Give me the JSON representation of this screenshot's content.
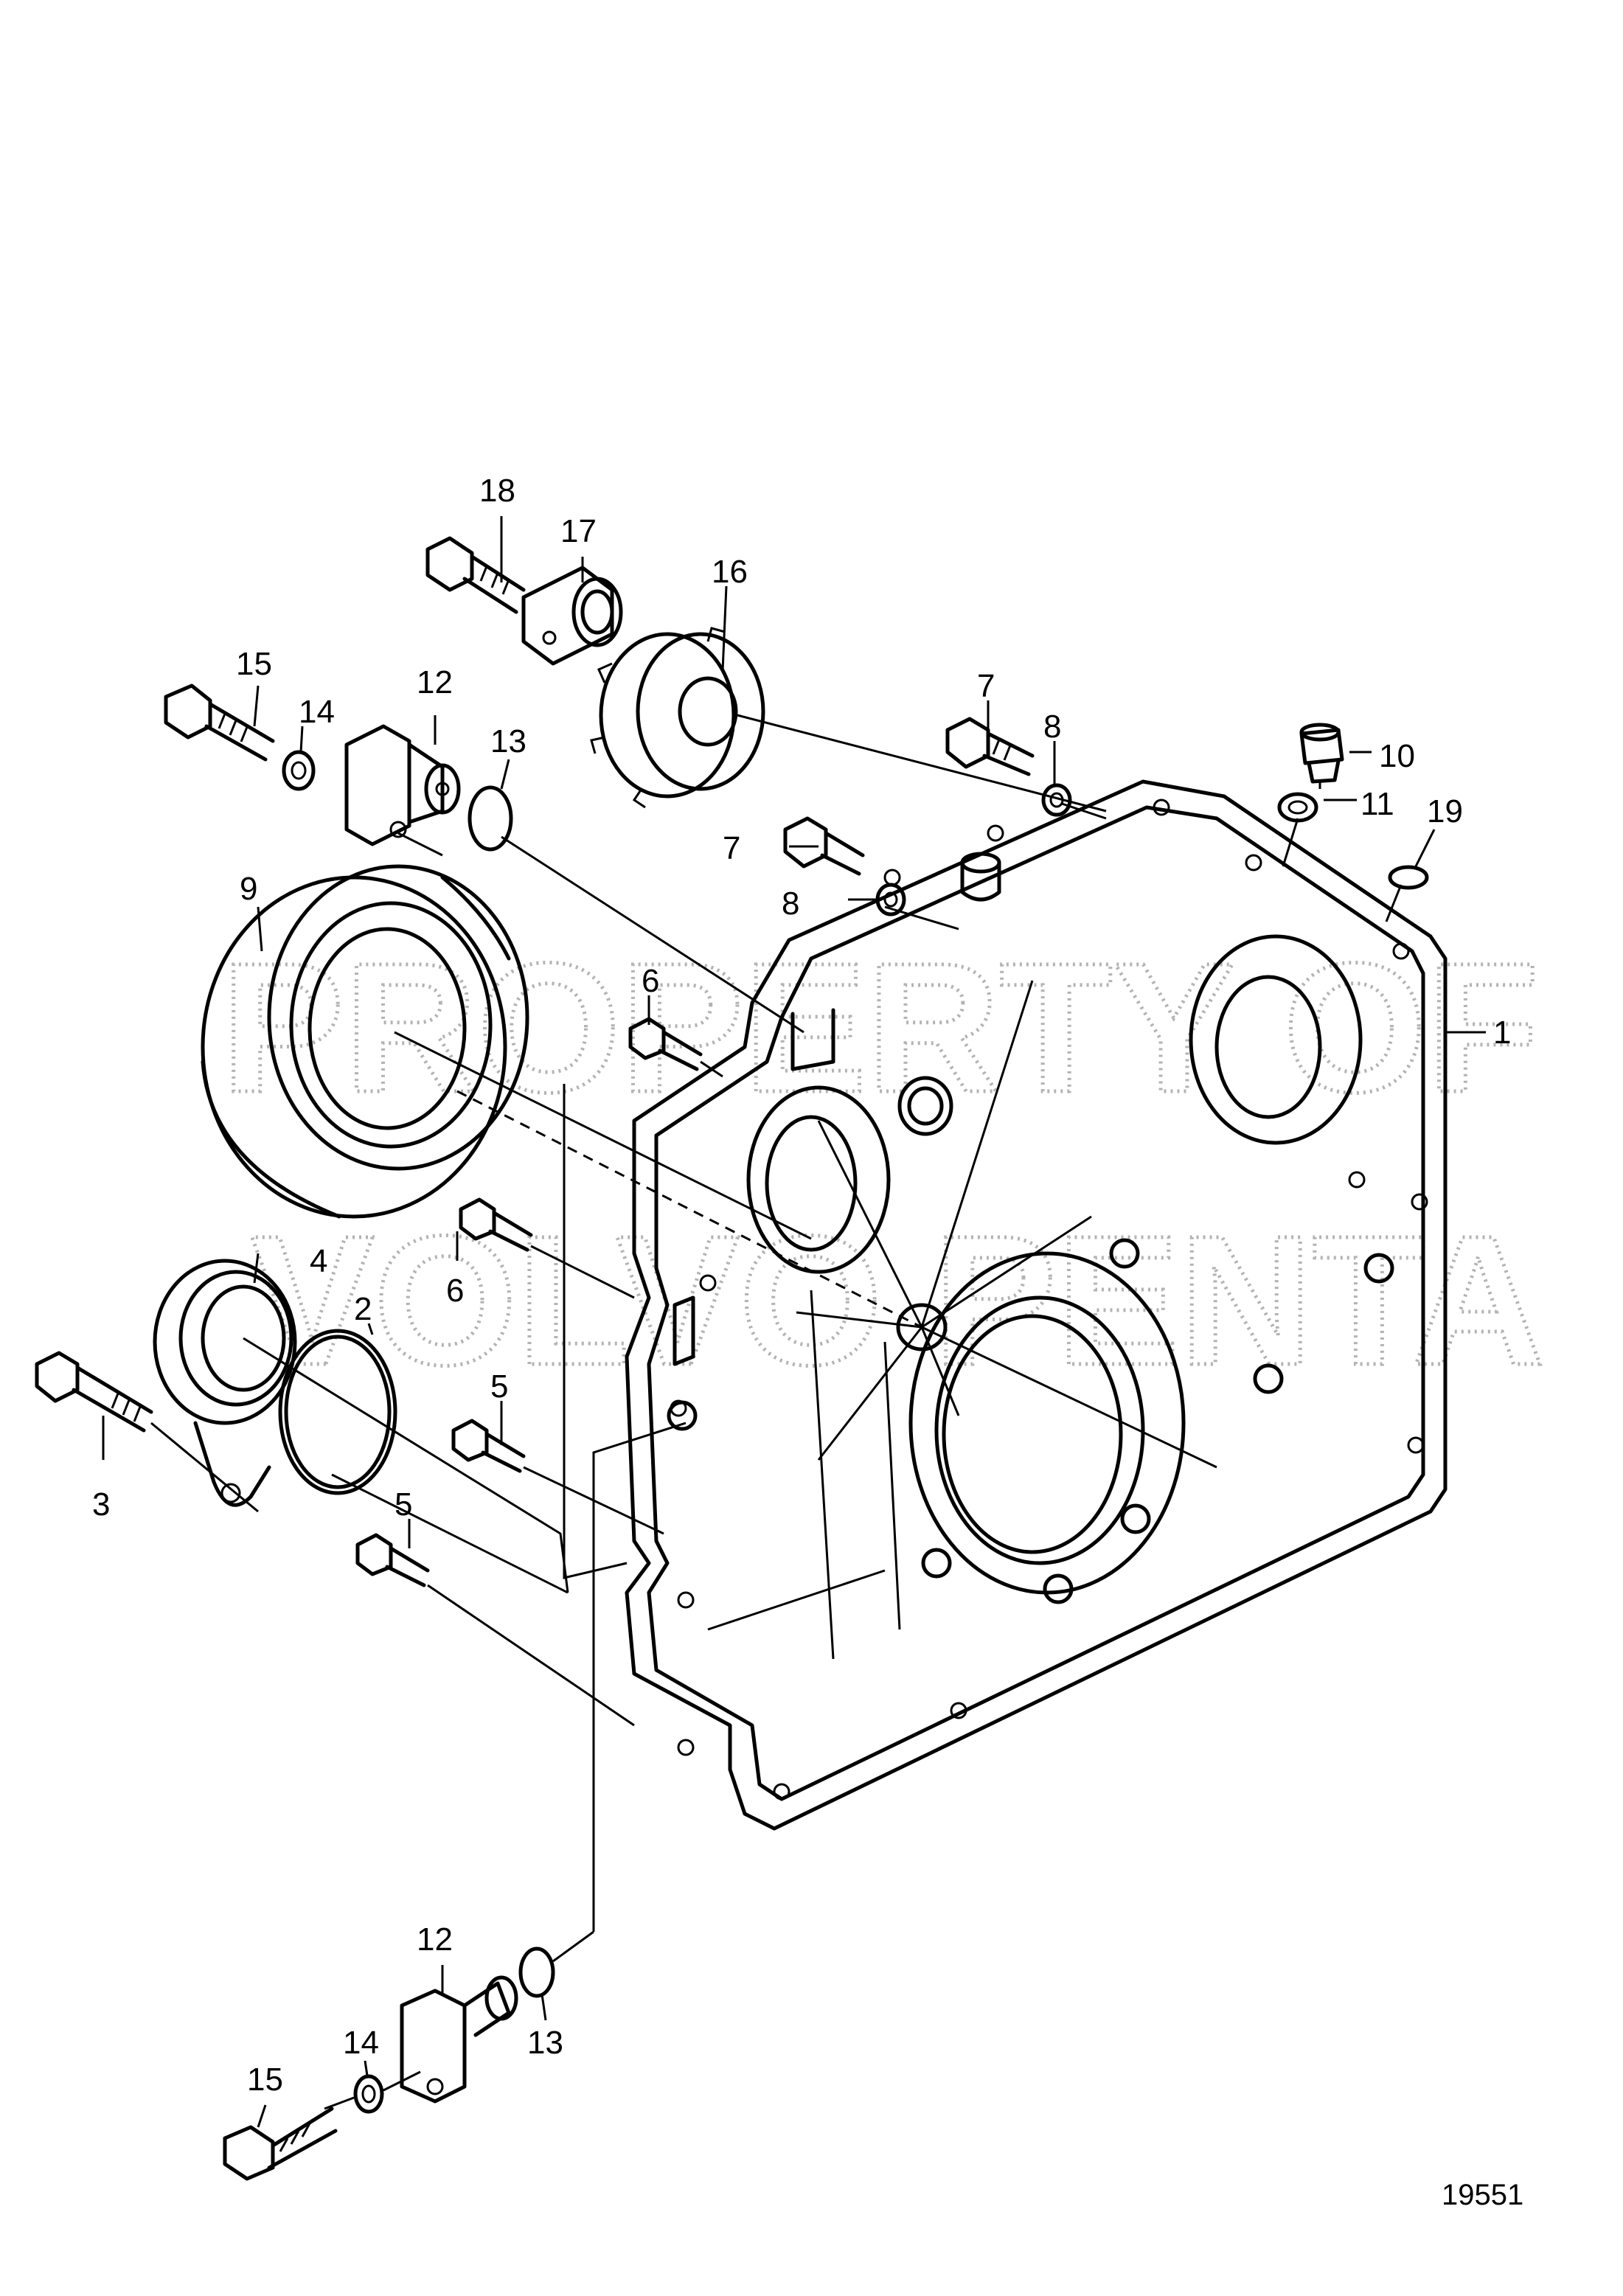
{
  "callouts": {
    "c1": "1",
    "c2": "2",
    "c3": "3",
    "c4": "4",
    "c5a": "5",
    "c5b": "5",
    "c6a": "6",
    "c6b": "6",
    "c7a": "7",
    "c7b": "7",
    "c8a": "8",
    "c8b": "8",
    "c9": "9",
    "c10": "10",
    "c11": "11",
    "c12a": "12",
    "c12b": "12",
    "c13a": "13",
    "c13b": "13",
    "c14a": "14",
    "c14b": "14",
    "c15a": "15",
    "c15b": "15",
    "c16": "16",
    "c17": "17",
    "c18": "18",
    "c19": "19"
  },
  "drawing_number": "19551",
  "watermark": {
    "line1": "PROPERTY OF",
    "line2": "VOLVO PENTA"
  },
  "colors": {
    "line": "#000000",
    "watermark": "#9a9a9a",
    "background": "#ffffff"
  }
}
